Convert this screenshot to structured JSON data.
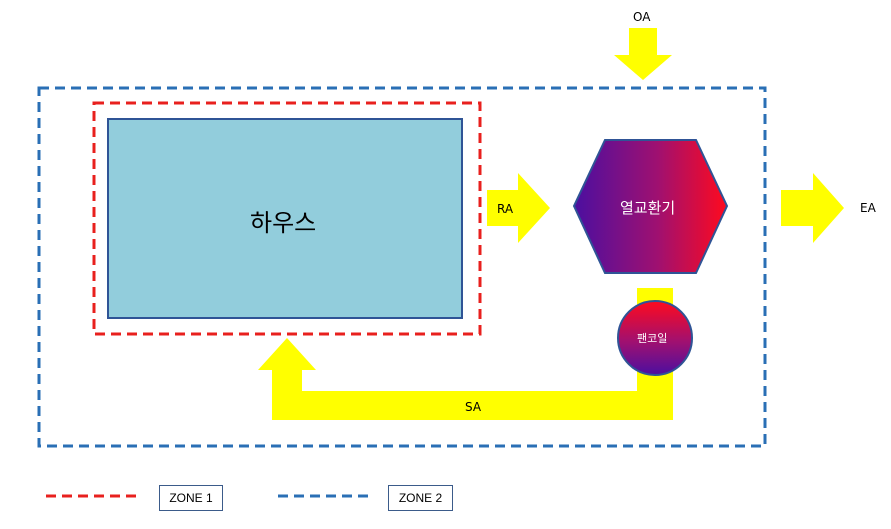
{
  "diagram": {
    "house_label": "하우스",
    "heat_exchanger_label": "열교환기",
    "fan_coil_label": "팬코일",
    "flows": {
      "oa": "OA",
      "ra": "RA",
      "ea": "EA",
      "sa": "SA"
    }
  },
  "legend": {
    "zone1": "ZONE 1",
    "zone2": "ZONE 2"
  },
  "colors": {
    "zone1": "#e8201e",
    "zone2": "#2a6fb5",
    "arrow": "#ffff00",
    "house_fill": "#92cddc",
    "house_border": "#2f5496",
    "gradient_start": "#4b0fa0",
    "gradient_end": "#ff0a1e"
  }
}
